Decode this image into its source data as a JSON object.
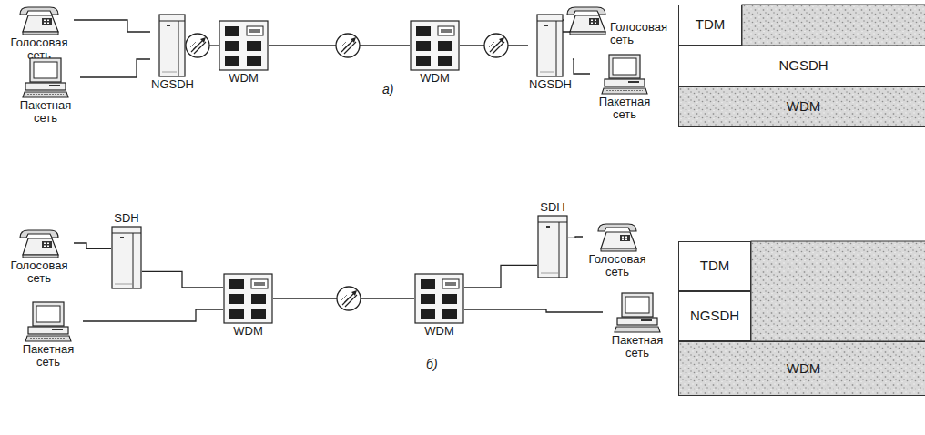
{
  "diagram": {
    "nodes": [
      {
        "text": [
          "Голосовая сеть"
        ]
      },
      {
        "text": [
          "Пакетная сеть"
        ]
      },
      {
        "text": [
          "NGSDH"
        ]
      },
      {
        "text": [
          "WDM"
        ]
      },
      {
        "text": [
          "WDM"
        ]
      },
      {
        "text": [
          "NGSDH"
        ]
      },
      {
        "text": [
          "Голосовая сеть"
        ]
      },
      {
        "text": [
          "Пакетная сеть"
        ]
      },
      {
        "text": [
          "TDM"
        ]
      },
      {
        "text": [
          "NGSDH"
        ]
      },
      {
        "text": [
          "WDM"
        ]
      },
      {
        "text": [
          "Голосовая сеть"
        ]
      },
      {
        "text": [
          "SDH"
        ]
      },
      {
        "text": [
          "WDM"
        ]
      },
      {
        "text": [
          "Пакетная сеть"
        ]
      },
      {
        "text": [
          "WDM"
        ]
      },
      {
        "text": [
          "SDH"
        ]
      },
      {
        "text": [
          "Голосовая сеть"
        ]
      },
      {
        "text": [
          "Пакетная сеть"
        ]
      },
      {
        "text": [
          "TDM"
        ]
      },
      {
        "text": [
          "NGSDH"
        ]
      },
      {
        "text": [
          "WDM"
        ]
      }
    ],
    "edges": [
      {
        "from": 0,
        "to": 2,
        "arrow": "none"
      },
      {
        "from": 1,
        "to": 2,
        "arrow": "none"
      },
      {
        "from": 2,
        "to": 3,
        "arrow": "none"
      },
      {
        "from": 3,
        "to": 4,
        "arrow": "none"
      },
      {
        "from": 4,
        "to": 5,
        "arrow": "none"
      },
      {
        "from": 5,
        "to": 6,
        "arrow": "none"
      },
      {
        "from": 5,
        "to": 7,
        "arrow": "none"
      },
      {
        "from": 11,
        "to": 12,
        "arrow": "none"
      },
      {
        "from": 12,
        "to": 13,
        "arrow": "none"
      },
      {
        "from": 14,
        "to": 13,
        "arrow": "none"
      },
      {
        "from": 13,
        "to": 15,
        "arrow": "none"
      },
      {
        "from": 15,
        "to": 16,
        "arrow": "none"
      },
      {
        "from": 16,
        "to": 17,
        "arrow": "none"
      },
      {
        "from": 15,
        "to": 18,
        "arrow": "none"
      }
    ],
    "labels": [
      "а)",
      "б)"
    ]
  }
}
